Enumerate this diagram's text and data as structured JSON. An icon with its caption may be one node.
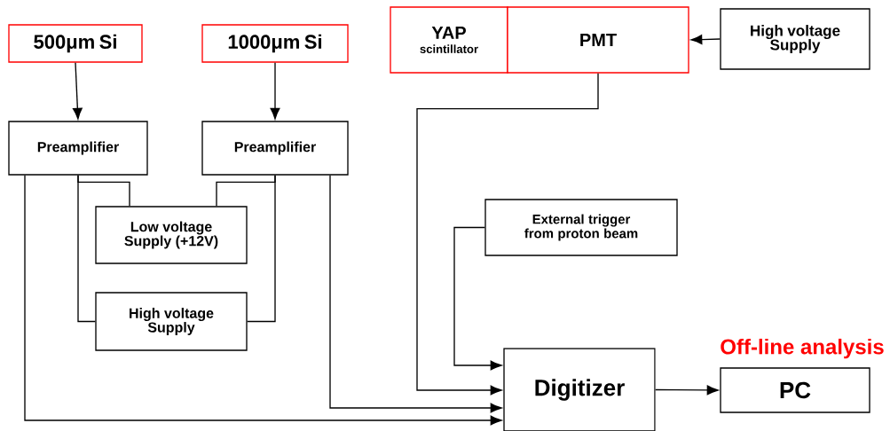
{
  "diagram": {
    "nodes": [
      {
        "text": [
          "500μm Si"
        ]
      },
      {
        "text": [
          "1000μm Si"
        ]
      },
      {
        "text": [
          "YAP",
          "scintillator"
        ]
      },
      {
        "text": [
          "PMT"
        ]
      },
      {
        "text": [
          "High voltage Supply"
        ]
      },
      {
        "text": [
          "Preamplifier"
        ]
      },
      {
        "text": [
          "Preamplifier"
        ]
      },
      {
        "text": [
          "Low voltage Supply (+12V)"
        ]
      },
      {
        "text": [
          "External trigger from proton beam"
        ]
      },
      {
        "text": [
          "High voltage Supply"
        ]
      },
      {
        "text": [
          "Digitizer"
        ]
      },
      {
        "text": [
          "PC"
        ],
        "beside": [
          "Off-line analysis"
        ]
      }
    ],
    "edges": [
      {
        "from": 0,
        "to": 5,
        "arrow": "to"
      },
      {
        "from": 1,
        "to": 6,
        "arrow": "to"
      },
      {
        "from": 4,
        "to": 3,
        "arrow": "to"
      },
      {
        "from": 3,
        "to": 10,
        "arrow": "to"
      },
      {
        "from": 8,
        "to": 10,
        "arrow": "to"
      },
      {
        "from": 6,
        "to": 10,
        "arrow": "to"
      },
      {
        "from": 5,
        "to": 10,
        "arrow": "to"
      },
      {
        "from": 7,
        "to": 5,
        "arrow": "none"
      },
      {
        "from": 7,
        "to": 6,
        "arrow": "none"
      },
      {
        "from": 9,
        "to": 5,
        "arrow": "none"
      },
      {
        "from": 9,
        "to": 6,
        "arrow": "none"
      },
      {
        "from": 10,
        "to": 11,
        "arrow": "to"
      }
    ]
  }
}
